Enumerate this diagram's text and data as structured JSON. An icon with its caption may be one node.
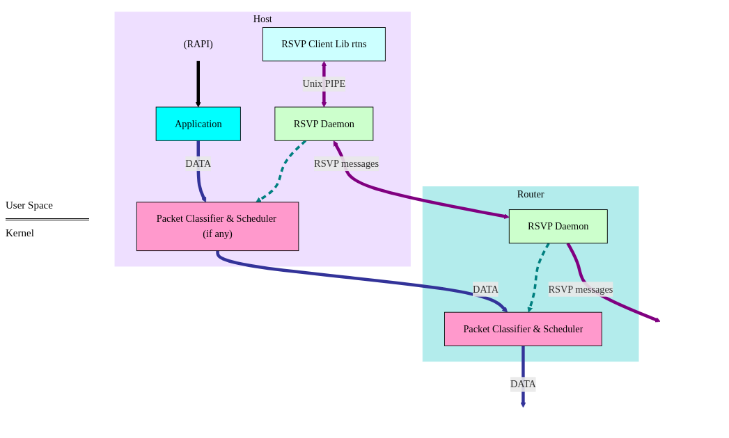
{
  "diagram": {
    "nodes": [
      {
        "text": [
          "Host"
        ]
      },
      {
        "text": [
          "Application"
        ],
        "in": 0
      },
      {
        "text": [
          "RSVP Client Lib rtns"
        ],
        "in": 0
      },
      {
        "text": [
          "RSVP Daemon"
        ],
        "in": 0
      },
      {
        "text": [
          "Packet Classifier & Scheduler (if any)"
        ],
        "in": 0
      },
      {
        "text": [
          "Router"
        ]
      },
      {
        "text": [
          "RSVP Daemon"
        ],
        "in": 5
      },
      {
        "text": [
          "Packet Classifier & Scheduler"
        ],
        "in": 5
      },
      {
        "text": [
          "(RAPI)"
        ],
        "in": 0
      }
    ],
    "edges": [
      {
        "from": 8,
        "to": 1,
        "arrow": "to",
        "color": "#000000"
      },
      {
        "from": 2,
        "to": 3,
        "arrow": "both",
        "label": "Unix PIPE",
        "color": "#800080"
      },
      {
        "from": 3,
        "to": 4,
        "arrow": "to",
        "style": "dashed",
        "color": "#008080"
      },
      {
        "from": 3,
        "to": 6,
        "arrow": "both",
        "label": "RSVP messages",
        "color": "#800080"
      },
      {
        "from": 6,
        "to": 7,
        "arrow": "to",
        "style": "dashed",
        "color": "#008080"
      },
      {
        "from": 6,
        "to": null,
        "arrow": "to",
        "label": "RSVP messages",
        "color": "#800080"
      },
      {
        "from": 1,
        "to": 4,
        "arrow": "to",
        "label": "DATA",
        "color": "#333399"
      },
      {
        "from": 4,
        "to": 7,
        "arrow": "to",
        "label": "DATA",
        "color": "#333399"
      },
      {
        "from": 7,
        "to": null,
        "arrow": "to",
        "label": "DATA",
        "color": "#333399"
      }
    ],
    "labels": [
      "User Space",
      "Kernel"
    ]
  }
}
